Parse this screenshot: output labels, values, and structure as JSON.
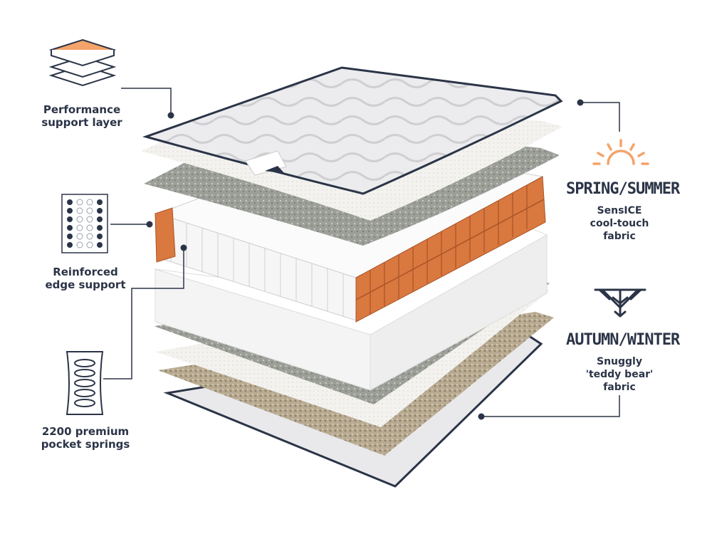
{
  "callouts": {
    "performance": {
      "line1": "Performance",
      "line2": "support layer",
      "icon": "layers-icon"
    },
    "edge": {
      "line1": "Reinforced",
      "line2": "edge support",
      "icon": "edge-grid-icon"
    },
    "springs": {
      "line1": "2200 premium",
      "line2": "pocket springs",
      "icon": "coil-spring-icon"
    }
  },
  "seasons": {
    "summer": {
      "title": "SPRING/SUMMER",
      "line1": "SensICE",
      "line2": "cool-touch",
      "line3": "fabric",
      "icon": "sun-icon"
    },
    "winter": {
      "title": "AUTUMN/WINTER",
      "line1": "Snuggly",
      "line2": "'teddy bear'",
      "line3": "fabric",
      "icon": "snowflake-icon"
    }
  },
  "colors": {
    "navy": "#2b3447",
    "accent": "#f4a36a",
    "spring_orange": "#d9783f",
    "fabric_grey": "#e8e8ea",
    "teddy": "#b9ab92"
  }
}
